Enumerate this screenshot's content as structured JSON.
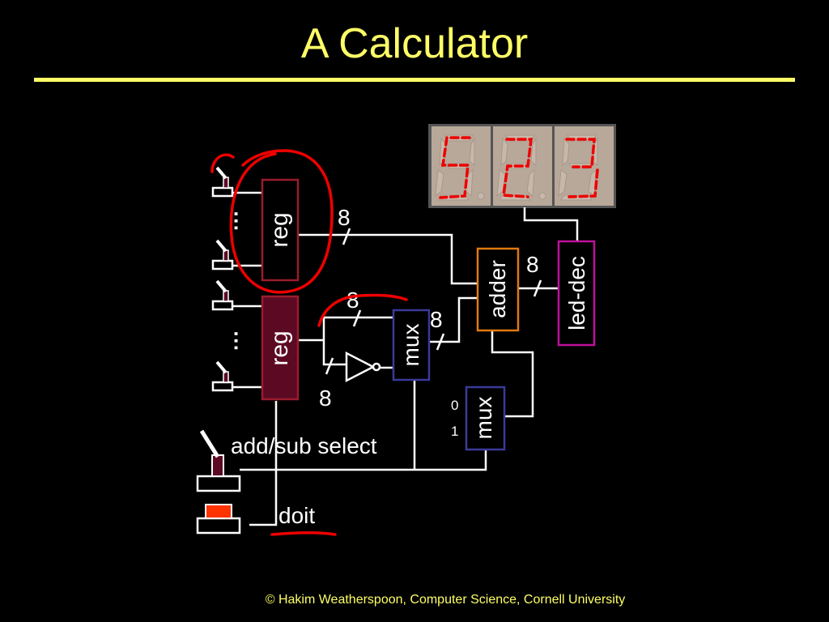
{
  "slide": {
    "title": "A Calculator",
    "footer": "© Hakim Weatherspoon, Computer Science, Cornell University"
  },
  "diagram": {
    "reg_top_label": "reg",
    "reg_bottom_label": "reg",
    "mux_top_label": "mux",
    "mux_bottom_label": "mux",
    "adder_label": "adder",
    "led_dec_label": "led-dec",
    "bus_width_reg_out": "8",
    "bus_width_reg2_out": "8",
    "bus_width_mux_out": "8",
    "bus_width_adder_out": "8",
    "bus_width_inverter": "8",
    "mux_input_0": "0",
    "mux_input_1": "1",
    "add_sub_label": "add/sub select",
    "doit_label": "doit",
    "ellipsis_top": "···",
    "ellipsis_bottom": "···"
  },
  "colors": {
    "background": "#000000",
    "title": "#ffff66",
    "wire": "#ffffff",
    "reg_fill": "#5c0a24",
    "reg_border": "#9a1c2c",
    "mux_border": "#3a3a9a",
    "adder_border": "#e07a10",
    "led_dec_border": "#c0109a",
    "display_bg": "#b8a89a",
    "annotation": "#ee0000",
    "button_fill": "#ff3300"
  }
}
